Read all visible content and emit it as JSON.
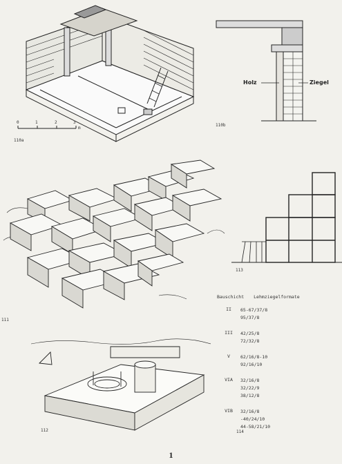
{
  "figures": {
    "f110a": {
      "label": "110a",
      "scale": [
        "0",
        "1",
        "2",
        "3",
        "m"
      ]
    },
    "f110b": {
      "label": "110b",
      "annotation_left": "Holz",
      "annotation_right": "Ziegel"
    },
    "f111": {
      "label": "111"
    },
    "f112": {
      "label": "112"
    },
    "f113": {
      "label": "113"
    },
    "f114": {
      "label": "114"
    }
  },
  "table": {
    "headers": [
      "Bauschicht",
      "Lehmziegelformate"
    ],
    "rows": [
      {
        "layer": "II",
        "values": [
          "65-67/37/8",
          "95/37/8"
        ]
      },
      {
        "layer": "III",
        "values": [
          "42/25/8",
          "72/32/8"
        ]
      },
      {
        "layer": "V",
        "values": [
          "62/16/8-10",
          "92/16/10"
        ]
      },
      {
        "layer": "VIA",
        "values": [
          "32/16/8",
          "32/22/9",
          "38/12/8"
        ]
      },
      {
        "layer": "VIB",
        "values": [
          "32/16/8",
          "-40/24/10",
          "44-58/21/10"
        ]
      }
    ]
  },
  "page_number": "1"
}
